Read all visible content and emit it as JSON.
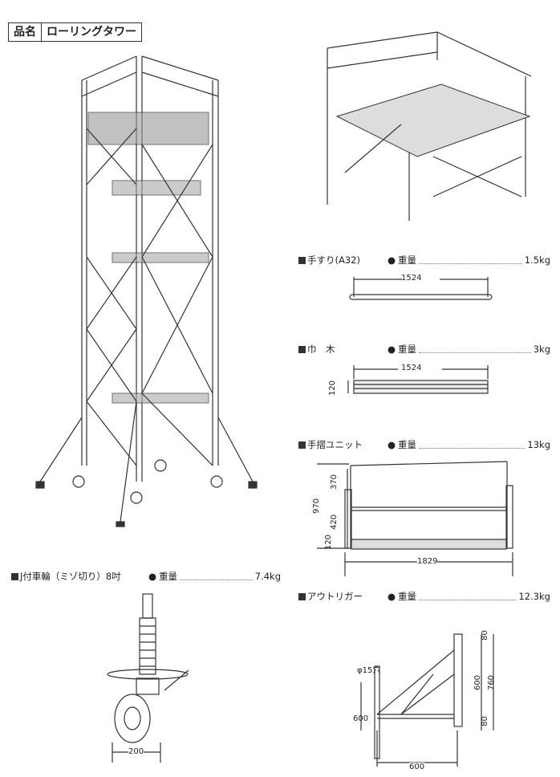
{
  "header": {
    "label": "品名",
    "product": "ローリングタワー"
  },
  "specs": [
    {
      "name": "手すり(A32)",
      "weight_label": "重量",
      "weight": "1.5kg"
    },
    {
      "name": "巾　木",
      "weight_label": "重量",
      "weight": "3kg"
    },
    {
      "name": "手摺ユニット",
      "weight_label": "重量",
      "weight": "13kg"
    },
    {
      "name": "アウトリガー",
      "weight_label": "重量",
      "weight": "12.3kg"
    },
    {
      "name": "J付車輪（ミゾ切り）8吋",
      "weight_label": "重量",
      "weight": "7.4kg"
    }
  ],
  "dims": {
    "handrail_length": "1524",
    "toeboard_length": "1524",
    "toeboard_height": "120",
    "unit_total": "970",
    "unit_top": "370",
    "unit_mid": "420",
    "unit_bottom": "120",
    "unit_width": "1829",
    "outrigger_hole": "φ15穴",
    "outrigger_top": "80",
    "outrigger_mid": "600",
    "outrigger_total": "760",
    "outrigger_bottom": "80",
    "outrigger_height": "600",
    "outrigger_width": "600",
    "wheel_width": "200"
  }
}
